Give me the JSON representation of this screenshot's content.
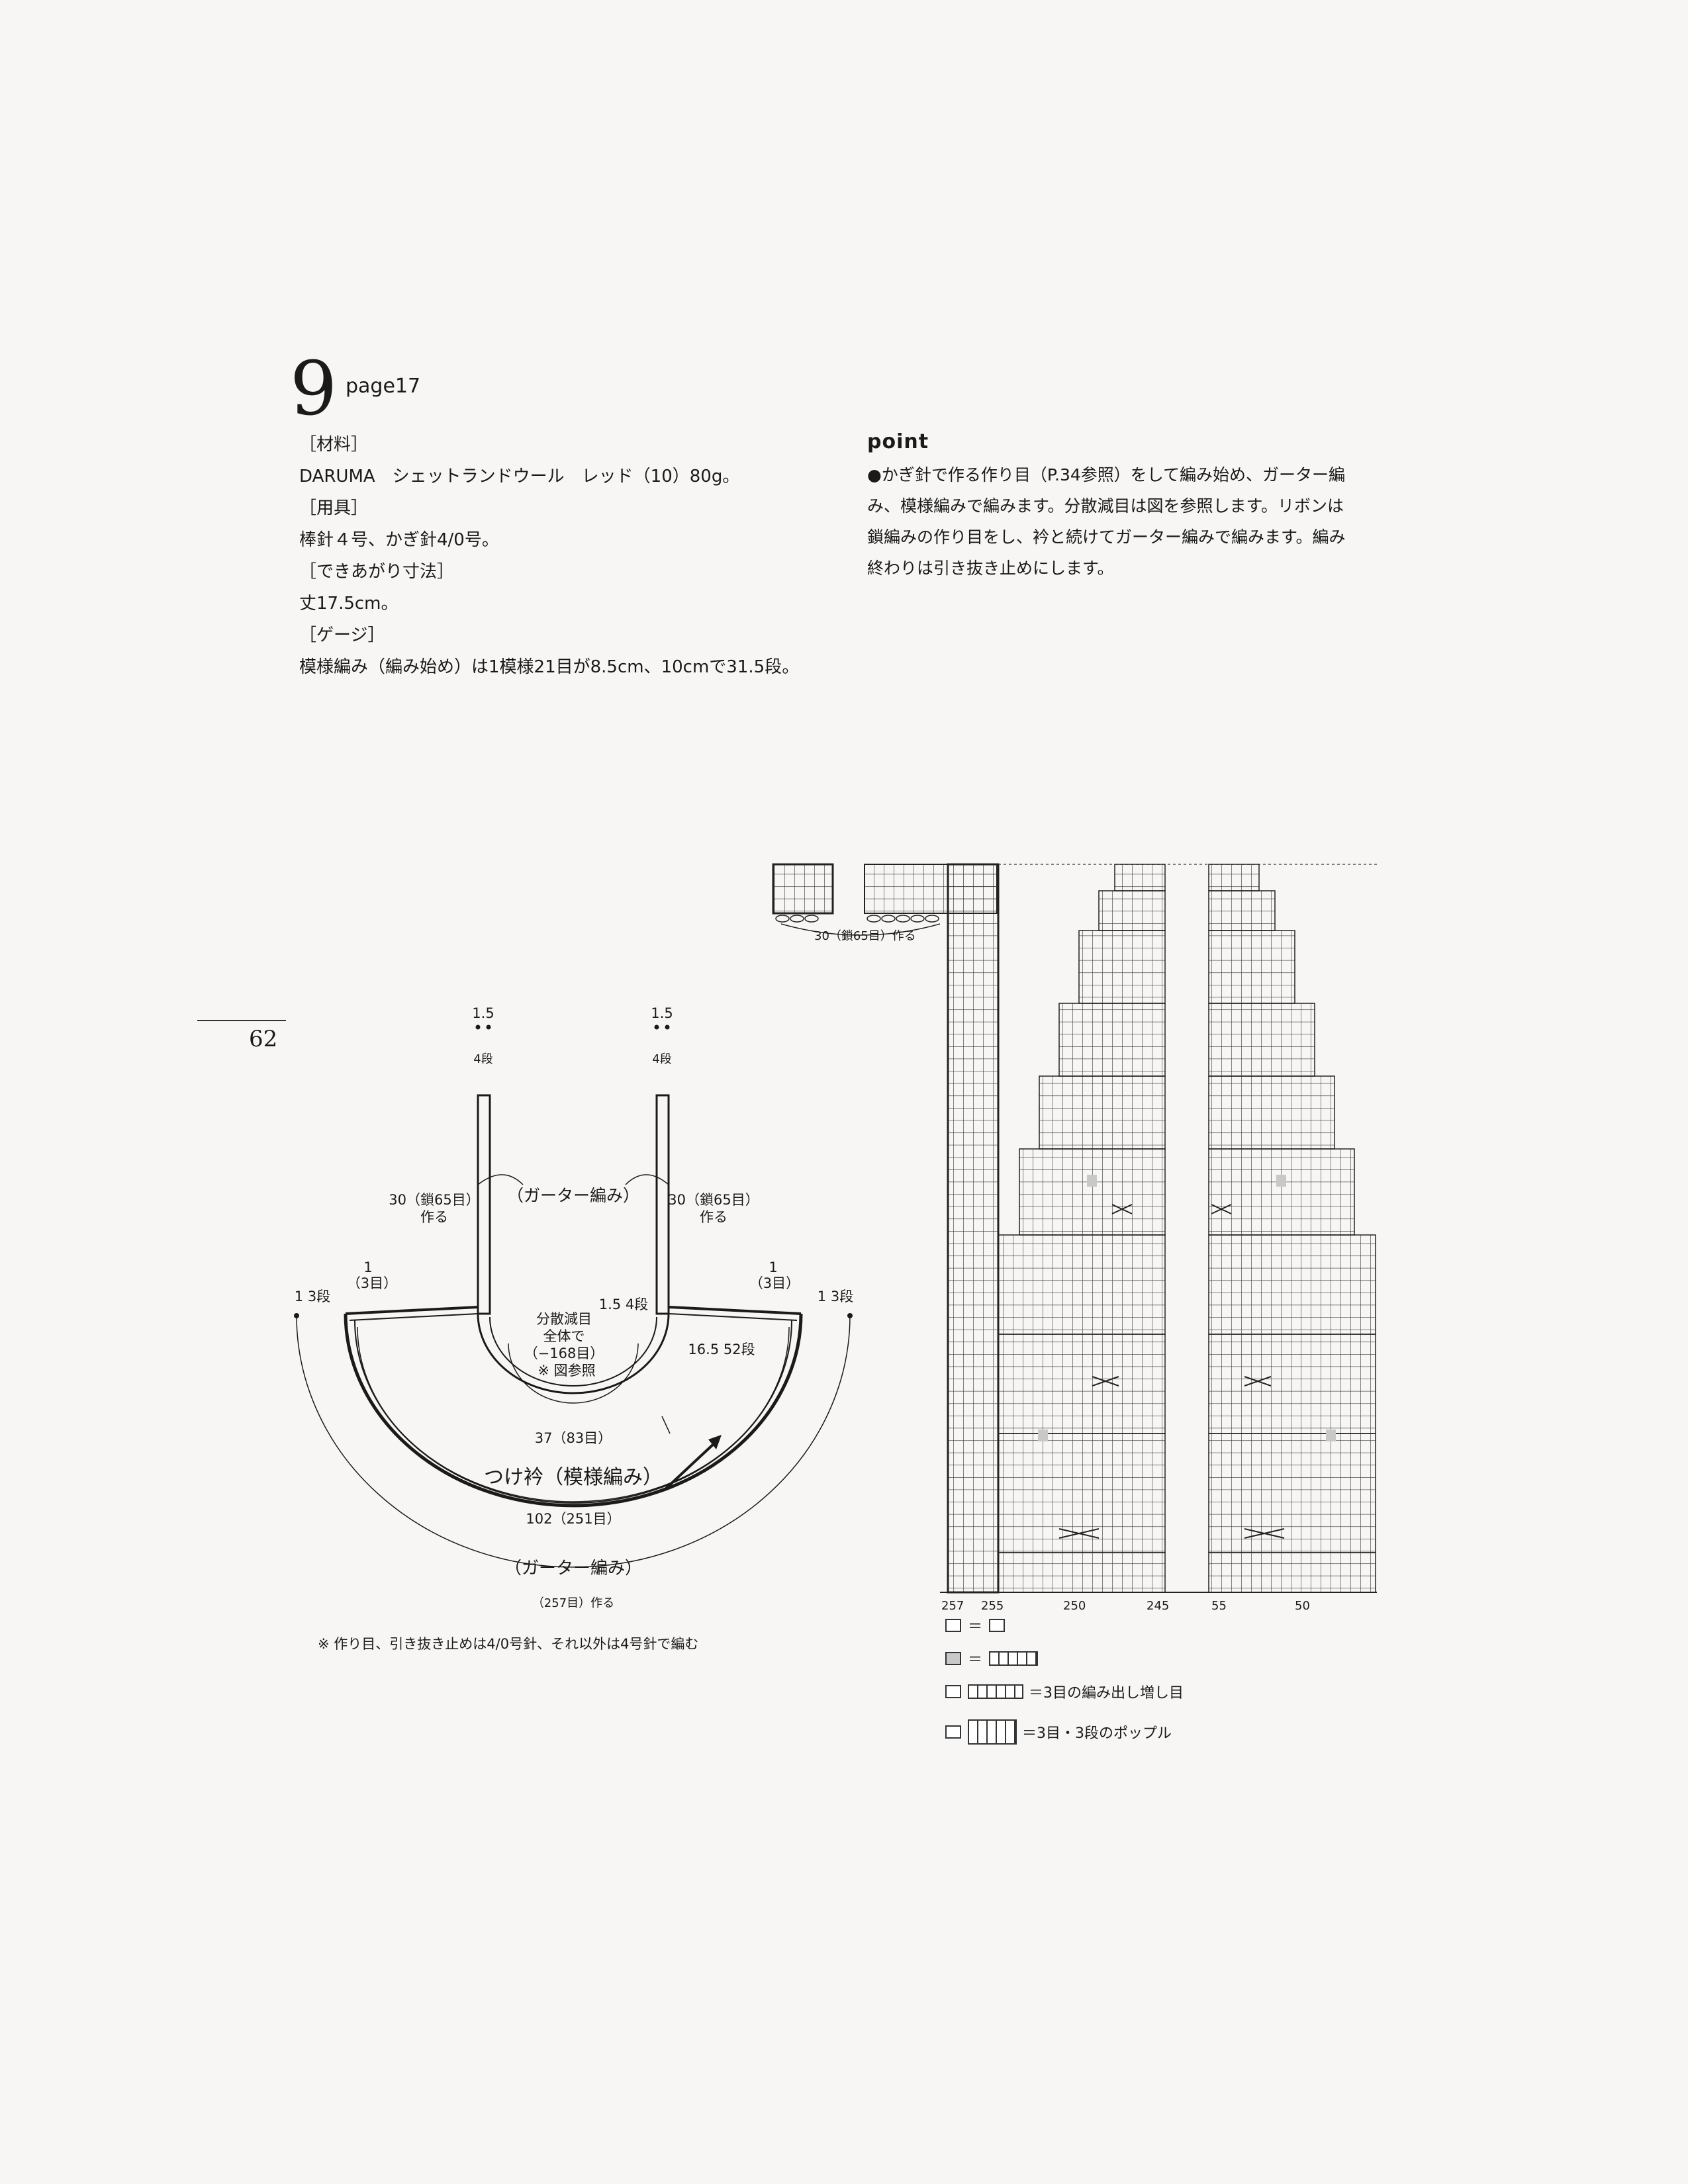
{
  "header": {
    "pattern_number": "9",
    "page_ref": "page17",
    "page_number": "62"
  },
  "materials": [
    {
      "text": "［材料］"
    },
    {
      "text": "DARUMA　シェットランドウール　レッド（10）80g。"
    },
    {
      "text": "［用具］"
    },
    {
      "text": "棒針４号、かぎ針4/0号。"
    },
    {
      "text": "［できあがり寸法］"
    },
    {
      "text": "丈17.5cm。"
    },
    {
      "text": "［ゲージ］"
    },
    {
      "text": "模様編み（編み始め）は1模様21目が8.5cm、10cmで31.5段。"
    }
  ],
  "point": {
    "title": "point",
    "lines": [
      "●かぎ針で作る作り目（P.34参照）をして編み始め、ガーター編",
      "み、模様編みで編みます。分散減目は図を参照します。リボンは",
      "鎖編みの作り目をし、衿と続けてガーター編みで編みます。編み",
      "終わりは引き抜き止めにします。"
    ]
  },
  "schematic": {
    "top_left": {
      "value": "1.5",
      "rows": "4段"
    },
    "top_right": {
      "value": "1.5",
      "rows": "4段"
    },
    "ribbon_left": {
      "line1": "30（鎖65目）",
      "line2": "作る"
    },
    "ribbon_right": {
      "line1": "30（鎖65目）",
      "line2": "作る"
    },
    "garter_top": "（ガーター編み）",
    "side_left": {
      "rows": "1 3段",
      "stitch": "1",
      "stitch_sub": "（3目）"
    },
    "side_right": {
      "rows": "1 3段",
      "stitch": "1",
      "stitch_sub": "（3目）"
    },
    "decrease": {
      "line1": "分散減目",
      "line2": "全体で",
      "line3": "（−168目）",
      "line4": "※ 図参照"
    },
    "inner_rows": "1.5 4段",
    "depth": "16.5 52段",
    "inner_width": "37（83目）",
    "collar_label": "つけ衿（模様編み）",
    "outer_width": "102（251目）",
    "garter_bottom": "（ガーター編み）",
    "cast_on": "（257目）作る"
  },
  "chart": {
    "ribbon_caption": "30（鎖65目）作る",
    "numbers": [
      "257",
      "255",
      "250",
      "245",
      "55",
      "50"
    ]
  },
  "footnote": "※ 作り目、引き抜き止めは4/0号針、それ以外は4号針で編む",
  "legend": [
    {
      "symbol": "empty-square-icon",
      "text": "＝"
    },
    {
      "symbol": "gray-square-icon",
      "text": "＝"
    },
    {
      "symbol": "increase-symbol-icon",
      "text": "＝3目の編み出し増し目"
    },
    {
      "symbol": "bobble-symbol-icon",
      "text": "＝3目・3段のポップル"
    }
  ]
}
